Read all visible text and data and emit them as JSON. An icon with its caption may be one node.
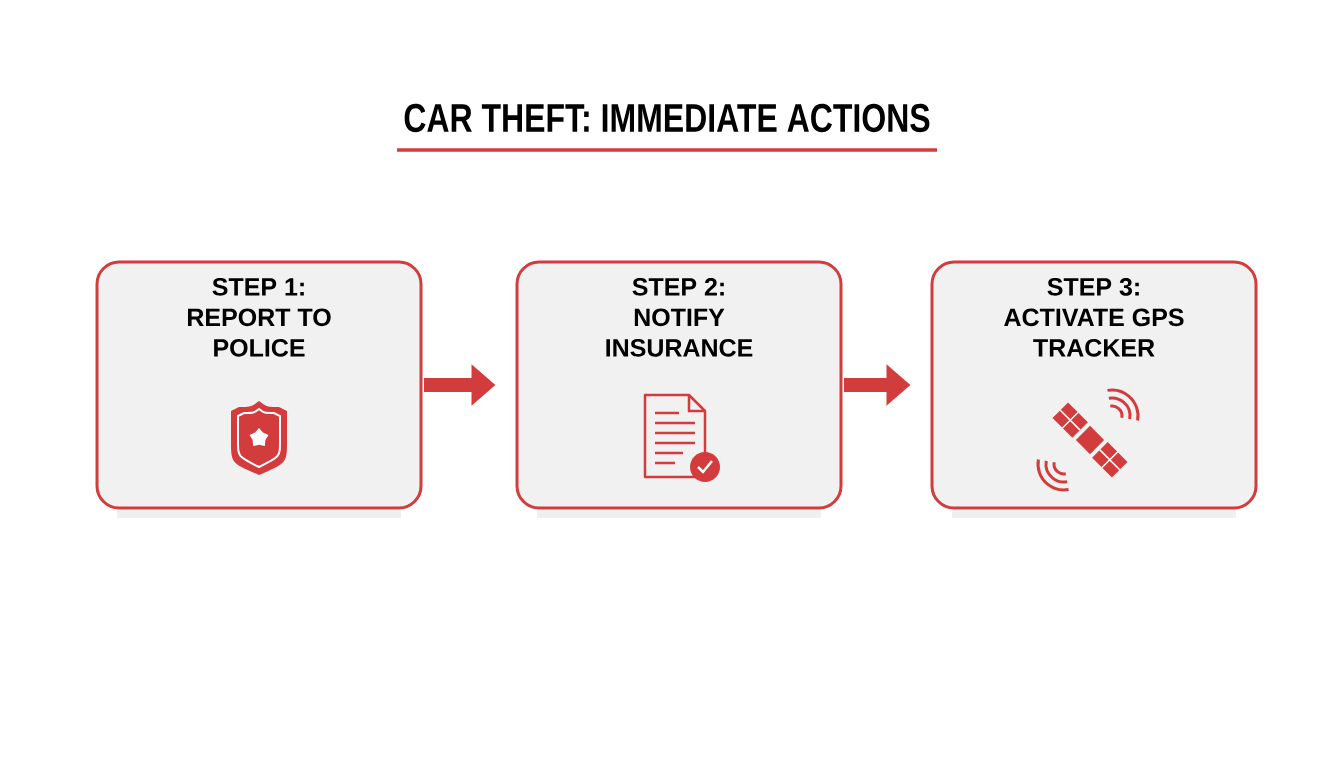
{
  "diagram": {
    "title": "CAR THEFT: IMMEDIATE ACTIONS",
    "nodes": [
      {
        "text": [
          "STEP 1: REPORT TO POLICE"
        ]
      },
      {
        "text": [
          "STEP 2: NOTIFY INSURANCE"
        ]
      },
      {
        "text": [
          "STEP 3: ACTIVATE GPS TRACKER"
        ]
      }
    ],
    "edges": [
      {
        "from": 0,
        "to": 1,
        "arrow": "to"
      },
      {
        "from": 1,
        "to": 2,
        "arrow": "to"
      }
    ]
  }
}
